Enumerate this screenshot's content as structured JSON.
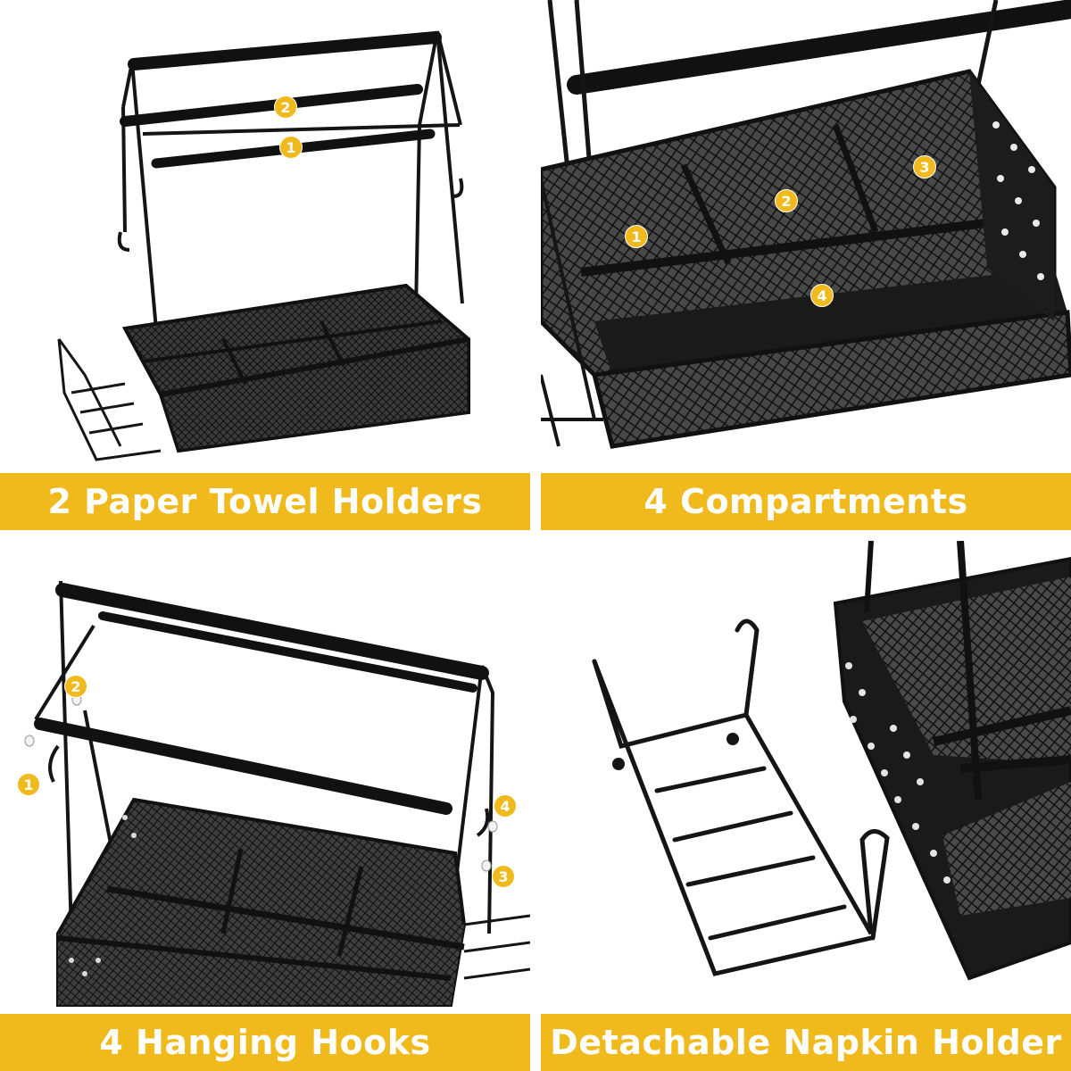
{
  "colors": {
    "accent": "#F0BA1D",
    "frame": "#151515",
    "mesh": "#2a2a2a"
  },
  "panels": [
    {
      "caption": "2 Paper Towel Holders",
      "badges": [
        "2",
        "1"
      ]
    },
    {
      "caption": "4 Compartments",
      "badges": [
        "1",
        "2",
        "3",
        "4"
      ]
    },
    {
      "caption": "4 Hanging Hooks",
      "badges": [
        "2",
        "1",
        "4",
        "3"
      ]
    },
    {
      "caption": "Detachable Napkin Holder",
      "badges": []
    }
  ]
}
